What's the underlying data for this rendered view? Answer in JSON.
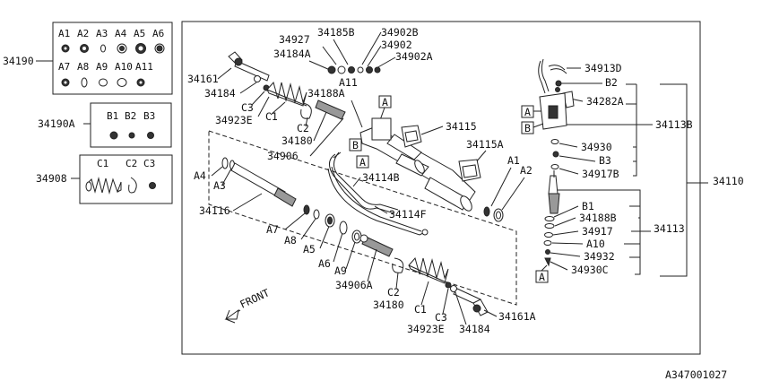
{
  "figure_id": "A347001027",
  "kit_labels": {
    "k34190": "34190",
    "k34190A": "34190A",
    "k34908": "34908"
  },
  "box_34190": {
    "row1": [
      "A1",
      "A2",
      "A3",
      "A4",
      "A5",
      "A6"
    ],
    "row2": [
      "A7",
      "A8",
      "A9",
      "A10",
      "A11"
    ]
  },
  "box_34190A": [
    "B1",
    "B2",
    "B3"
  ],
  "box_34908": [
    "C1",
    "C2",
    "C3"
  ],
  "parts": {
    "p34927": "34927",
    "p34185B": "34185B",
    "p34902B": "34902B",
    "p34184A": "34184A",
    "p34902": "34902",
    "p34902A": "34902A",
    "pA11": "A11",
    "p34161": "34161",
    "p34188A": "34188A",
    "p34184_top": "34184",
    "pC3_top": "C3",
    "p34923E_top": "34923E",
    "pC1_top": "C1",
    "pC2_top": "C2",
    "p34180_top": "34180",
    "p34906": "34906",
    "p34115": "34115",
    "p34115A": "34115A",
    "p34114B": "34114B",
    "p34114F": "34114F",
    "pA1": "A1",
    "pA2": "A2",
    "pA4": "A4",
    "pA3": "A3",
    "p34116": "34116",
    "pA7": "A7",
    "pA8": "A8",
    "pA5": "A5",
    "pA6": "A6",
    "pA9": "A9",
    "p34906A": "34906A",
    "pC2_bot": "C2",
    "p34180_bot": "34180",
    "pC1_bot": "C1",
    "pC3_bot": "C3",
    "p34923E_bot": "34923E",
    "p34184_bot": "34184",
    "p34161A": "34161A",
    "p34913D": "34913D",
    "pB2": "B2",
    "p34282A": "34282A",
    "p34113B": "34113B",
    "p34930": "34930",
    "pB3": "B3",
    "p34917B": "34917B",
    "p34110": "34110",
    "pB1": "B1",
    "p34188B": "34188B",
    "p34917": "34917",
    "p34113": "34113",
    "pA10": "A10",
    "p34932": "34932",
    "p34930C": "34930C",
    "front": "FRONT"
  },
  "callouts": {
    "A_top": "A",
    "B_left": "B",
    "A_mid": "A",
    "A_right": "A",
    "B_right": "B",
    "A_bottom": "A"
  }
}
